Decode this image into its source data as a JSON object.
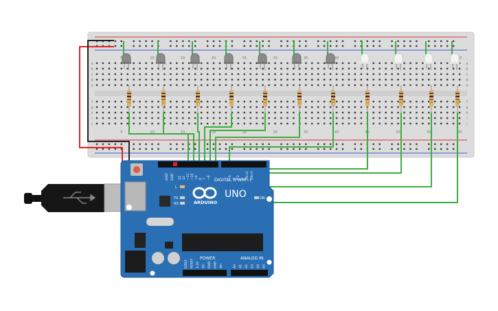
{
  "breadboard": {
    "column_numbers": [
      "5",
      "10",
      "15",
      "20",
      "25",
      "30",
      "35",
      "40",
      "45",
      "50",
      "55",
      "60"
    ],
    "row_letters_top": [
      "a",
      "b",
      "c",
      "d",
      "e"
    ],
    "row_letters_bottom": [
      "f",
      "g",
      "h",
      "i",
      "j"
    ]
  },
  "leds": [
    {
      "state": "off"
    },
    {
      "state": "off"
    },
    {
      "state": "off"
    },
    {
      "state": "off"
    },
    {
      "state": "off"
    },
    {
      "state": "off"
    },
    {
      "state": "off"
    },
    {
      "state": "on"
    },
    {
      "state": "on"
    },
    {
      "state": "on"
    },
    {
      "state": "on"
    }
  ],
  "colors": {
    "breadboard": "#dcdcdc",
    "arduino_board": "#2a6fb3",
    "wire_green": "#3cae3c",
    "wire_red": "#e22020",
    "wire_black": "#222222",
    "led_off": "#8a8a8a",
    "led_on": "#f4f4f4",
    "rail_red": "#d23a3a"
  },
  "arduino": {
    "aref_label": "AREF",
    "gnd_label": "GND",
    "digital_pin_labels": [
      "13",
      "12",
      "~11",
      "~10",
      "~9",
      "8",
      "7",
      "~6",
      "~5",
      "4",
      "~3",
      "2",
      "TX→1",
      "RX←0"
    ],
    "digital_label": "DIGITAL (PWM~)",
    "brand": "ARDUINO",
    "model": "UNO",
    "on_label": "ON",
    "led_l": "L",
    "tx_label": "TX",
    "rx_label": "RX",
    "power_label": "POWER",
    "analog_label": "ANALOG IN",
    "power_pins": [
      "IOREF",
      "RESET",
      "3.3V",
      "5V",
      "GND",
      "GND",
      "Vin"
    ],
    "analog_pins": [
      "A0",
      "A1",
      "A2",
      "A3",
      "A4",
      "A5"
    ]
  }
}
